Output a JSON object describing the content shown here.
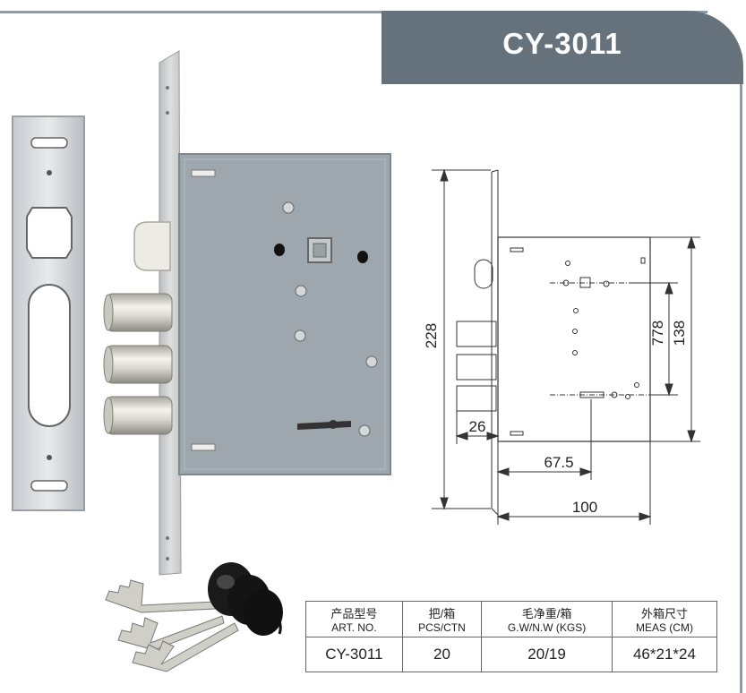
{
  "banner": {
    "title": "CY-3011"
  },
  "dimensions": {
    "height_total": "228",
    "height_case": "138",
    "spacing": "778",
    "bolt_projection": "26",
    "backset": "67.5",
    "depth": "100"
  },
  "spec_table": {
    "headers": [
      {
        "cn": "产品型号",
        "en": "ART. NO."
      },
      {
        "cn": "把/箱",
        "en": "PCS/CTN"
      },
      {
        "cn": "毛净重/箱",
        "en": "G.W/N.W (KGS)"
      },
      {
        "cn": "外箱尺寸",
        "en": "MEAS (CM)"
      }
    ],
    "row": [
      "CY-3011",
      "20",
      "20/19",
      "46*21*24"
    ]
  },
  "colors": {
    "banner": "#66727b",
    "frame": "#8f9aa1",
    "case": "#9ea7ad"
  },
  "icons": [
    "strike-plate",
    "mortise-lock-body",
    "key-set",
    "technical-drawing"
  ]
}
